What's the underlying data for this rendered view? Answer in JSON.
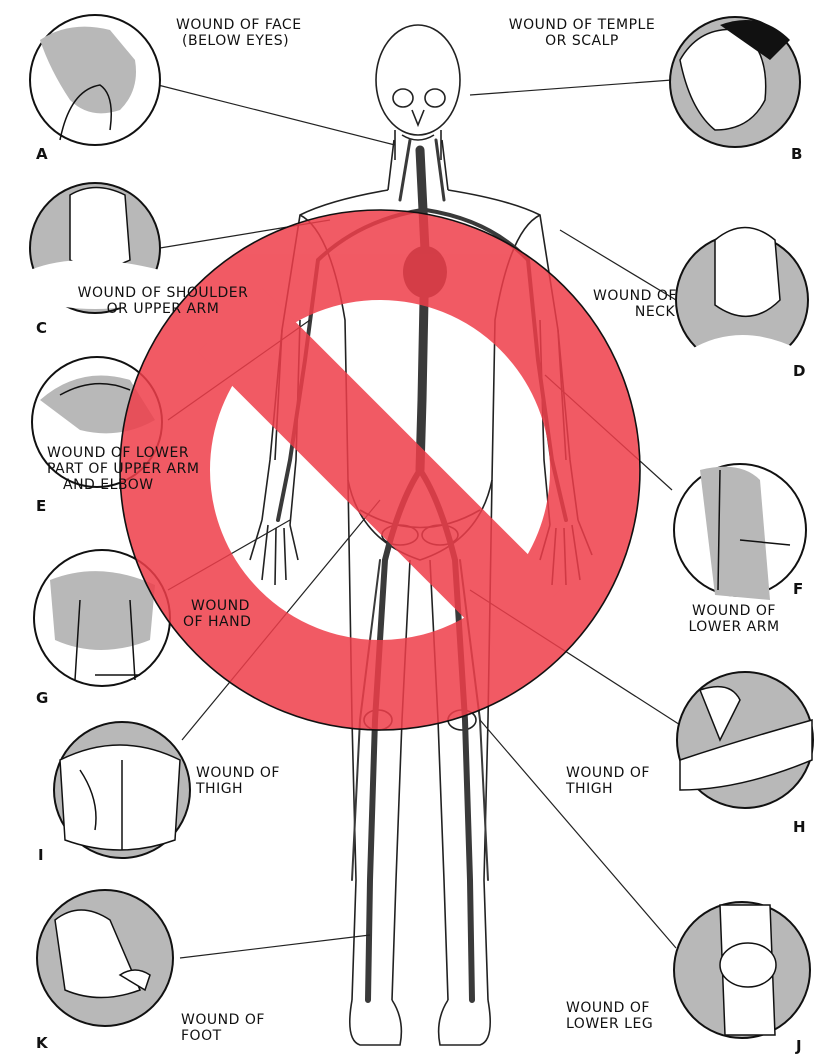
{
  "colors": {
    "vessel": "#3a3a3a",
    "outline": "#222222",
    "circle_fill": "#b8b8b8",
    "prohibition_red": "#ef3e4a"
  },
  "overlay": {
    "symbol": "prohibition-sign"
  },
  "panels": {
    "A": {
      "letter": "A",
      "lines": [
        "WOUND OF FACE",
        "(BELOW EYES)"
      ]
    },
    "B": {
      "letter": "B",
      "lines": [
        "WOUND OF TEMPLE",
        "OR SCALP"
      ]
    },
    "C": {
      "letter": "C",
      "lines": [
        "WOUND OF SHOULDER",
        "OR UPPER ARM"
      ]
    },
    "D": {
      "letter": "D",
      "lines": [
        "WOUND OF",
        "NECK"
      ]
    },
    "E": {
      "letter": "E",
      "lines": [
        "WOUND OF LOWER",
        "PART OF UPPER ARM",
        "AND ELBOW"
      ]
    },
    "F": {
      "letter": "F",
      "lines": [
        "WOUND OF",
        "LOWER ARM"
      ]
    },
    "G": {
      "letter": "G",
      "lines": [
        "WOUND",
        "OF HAND"
      ]
    },
    "H": {
      "letter": "H",
      "lines": [
        "WOUND OF",
        "THIGH"
      ]
    },
    "I": {
      "letter": "I",
      "lines": [
        "WOUND OF",
        "THIGH"
      ]
    },
    "J": {
      "letter": "J",
      "lines": [
        "WOUND OF",
        "LOWER LEG"
      ]
    },
    "K": {
      "letter": "K",
      "lines": [
        "WOUND OF",
        "FOOT"
      ]
    }
  }
}
